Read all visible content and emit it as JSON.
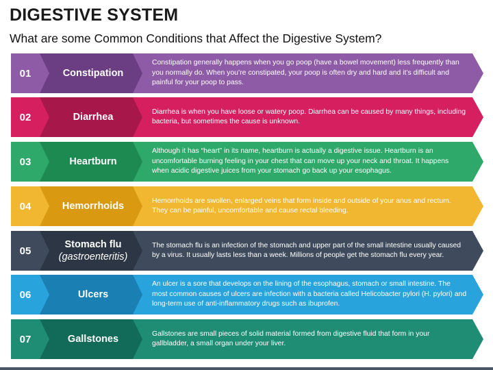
{
  "header": {
    "title": "DIGESTIVE SYSTEM",
    "subtitle": "What are some Common Conditions that Affect the Digestive System?"
  },
  "rows": [
    {
      "number": "01",
      "label": "Constipation",
      "label_sub": "",
      "description": "Constipation generally happens when you go poop (have a bowel movement) less frequently than you normally do. When you’re constipated, your poop is often dry and hard and it’s difficult and painful for your poop to pass.",
      "colors": {
        "light": "#8e5ca6",
        "dark": "#6b3e84"
      }
    },
    {
      "number": "02",
      "label": "Diarrhea",
      "label_sub": "",
      "description": "Diarrhea is when you have loose or watery poop. Diarrhea can be caused by many things, including bacteria, but sometimes the cause is unknown.",
      "colors": {
        "light": "#d61f5f",
        "dark": "#a8174a"
      }
    },
    {
      "number": "03",
      "label": "Heartburn",
      "label_sub": "",
      "description": "Although it has “heart” in its name, heartburn is actually a digestive issue. Heartburn is an uncomfortable burning feeling in your chest that can move up your neck and throat. It happens when acidic digestive juices from your stomach go back up your esophagus.",
      "colors": {
        "light": "#2ea96a",
        "dark": "#1d8a52"
      }
    },
    {
      "number": "04",
      "label": "Hemorrhoids",
      "label_sub": "",
      "description": "Hemorrhoids are swollen, enlarged veins that form inside and outside of your anus and rectum. They can be painful, uncomfortable and cause rectal bleeding.",
      "colors": {
        "light": "#f2b731",
        "dark": "#d99a12"
      }
    },
    {
      "number": "05",
      "label": "Stomach flu",
      "label_sub": "(gastroenteritis)",
      "description": "The stomach flu is an infection of the stomach and upper part of the small intestine usually caused by a virus. It usually lasts less than a week. Millions of people get the stomach flu every year.",
      "colors": {
        "light": "#3f4b5d",
        "dark": "#2c3645"
      }
    },
    {
      "number": "06",
      "label": "Ulcers",
      "label_sub": "",
      "description": "An ulcer is a sore that develops on the lining of the esophagus, stomach or small intestine. The most common causes of ulcers are infection with a bacteria called Helicobacter pylori (H. pylori) and long-term use of anti-inflammatory drugs such as ibuprofen.",
      "colors": {
        "light": "#28a3dc",
        "dark": "#1a80b3"
      }
    },
    {
      "number": "07",
      "label": "Gallstones",
      "label_sub": "",
      "description": "Gallstones are small pieces of solid material formed from digestive fluid that form in your gallbladder, a small organ under your liver.",
      "colors": {
        "light": "#1f8c74",
        "dark": "#126b58"
      }
    }
  ]
}
